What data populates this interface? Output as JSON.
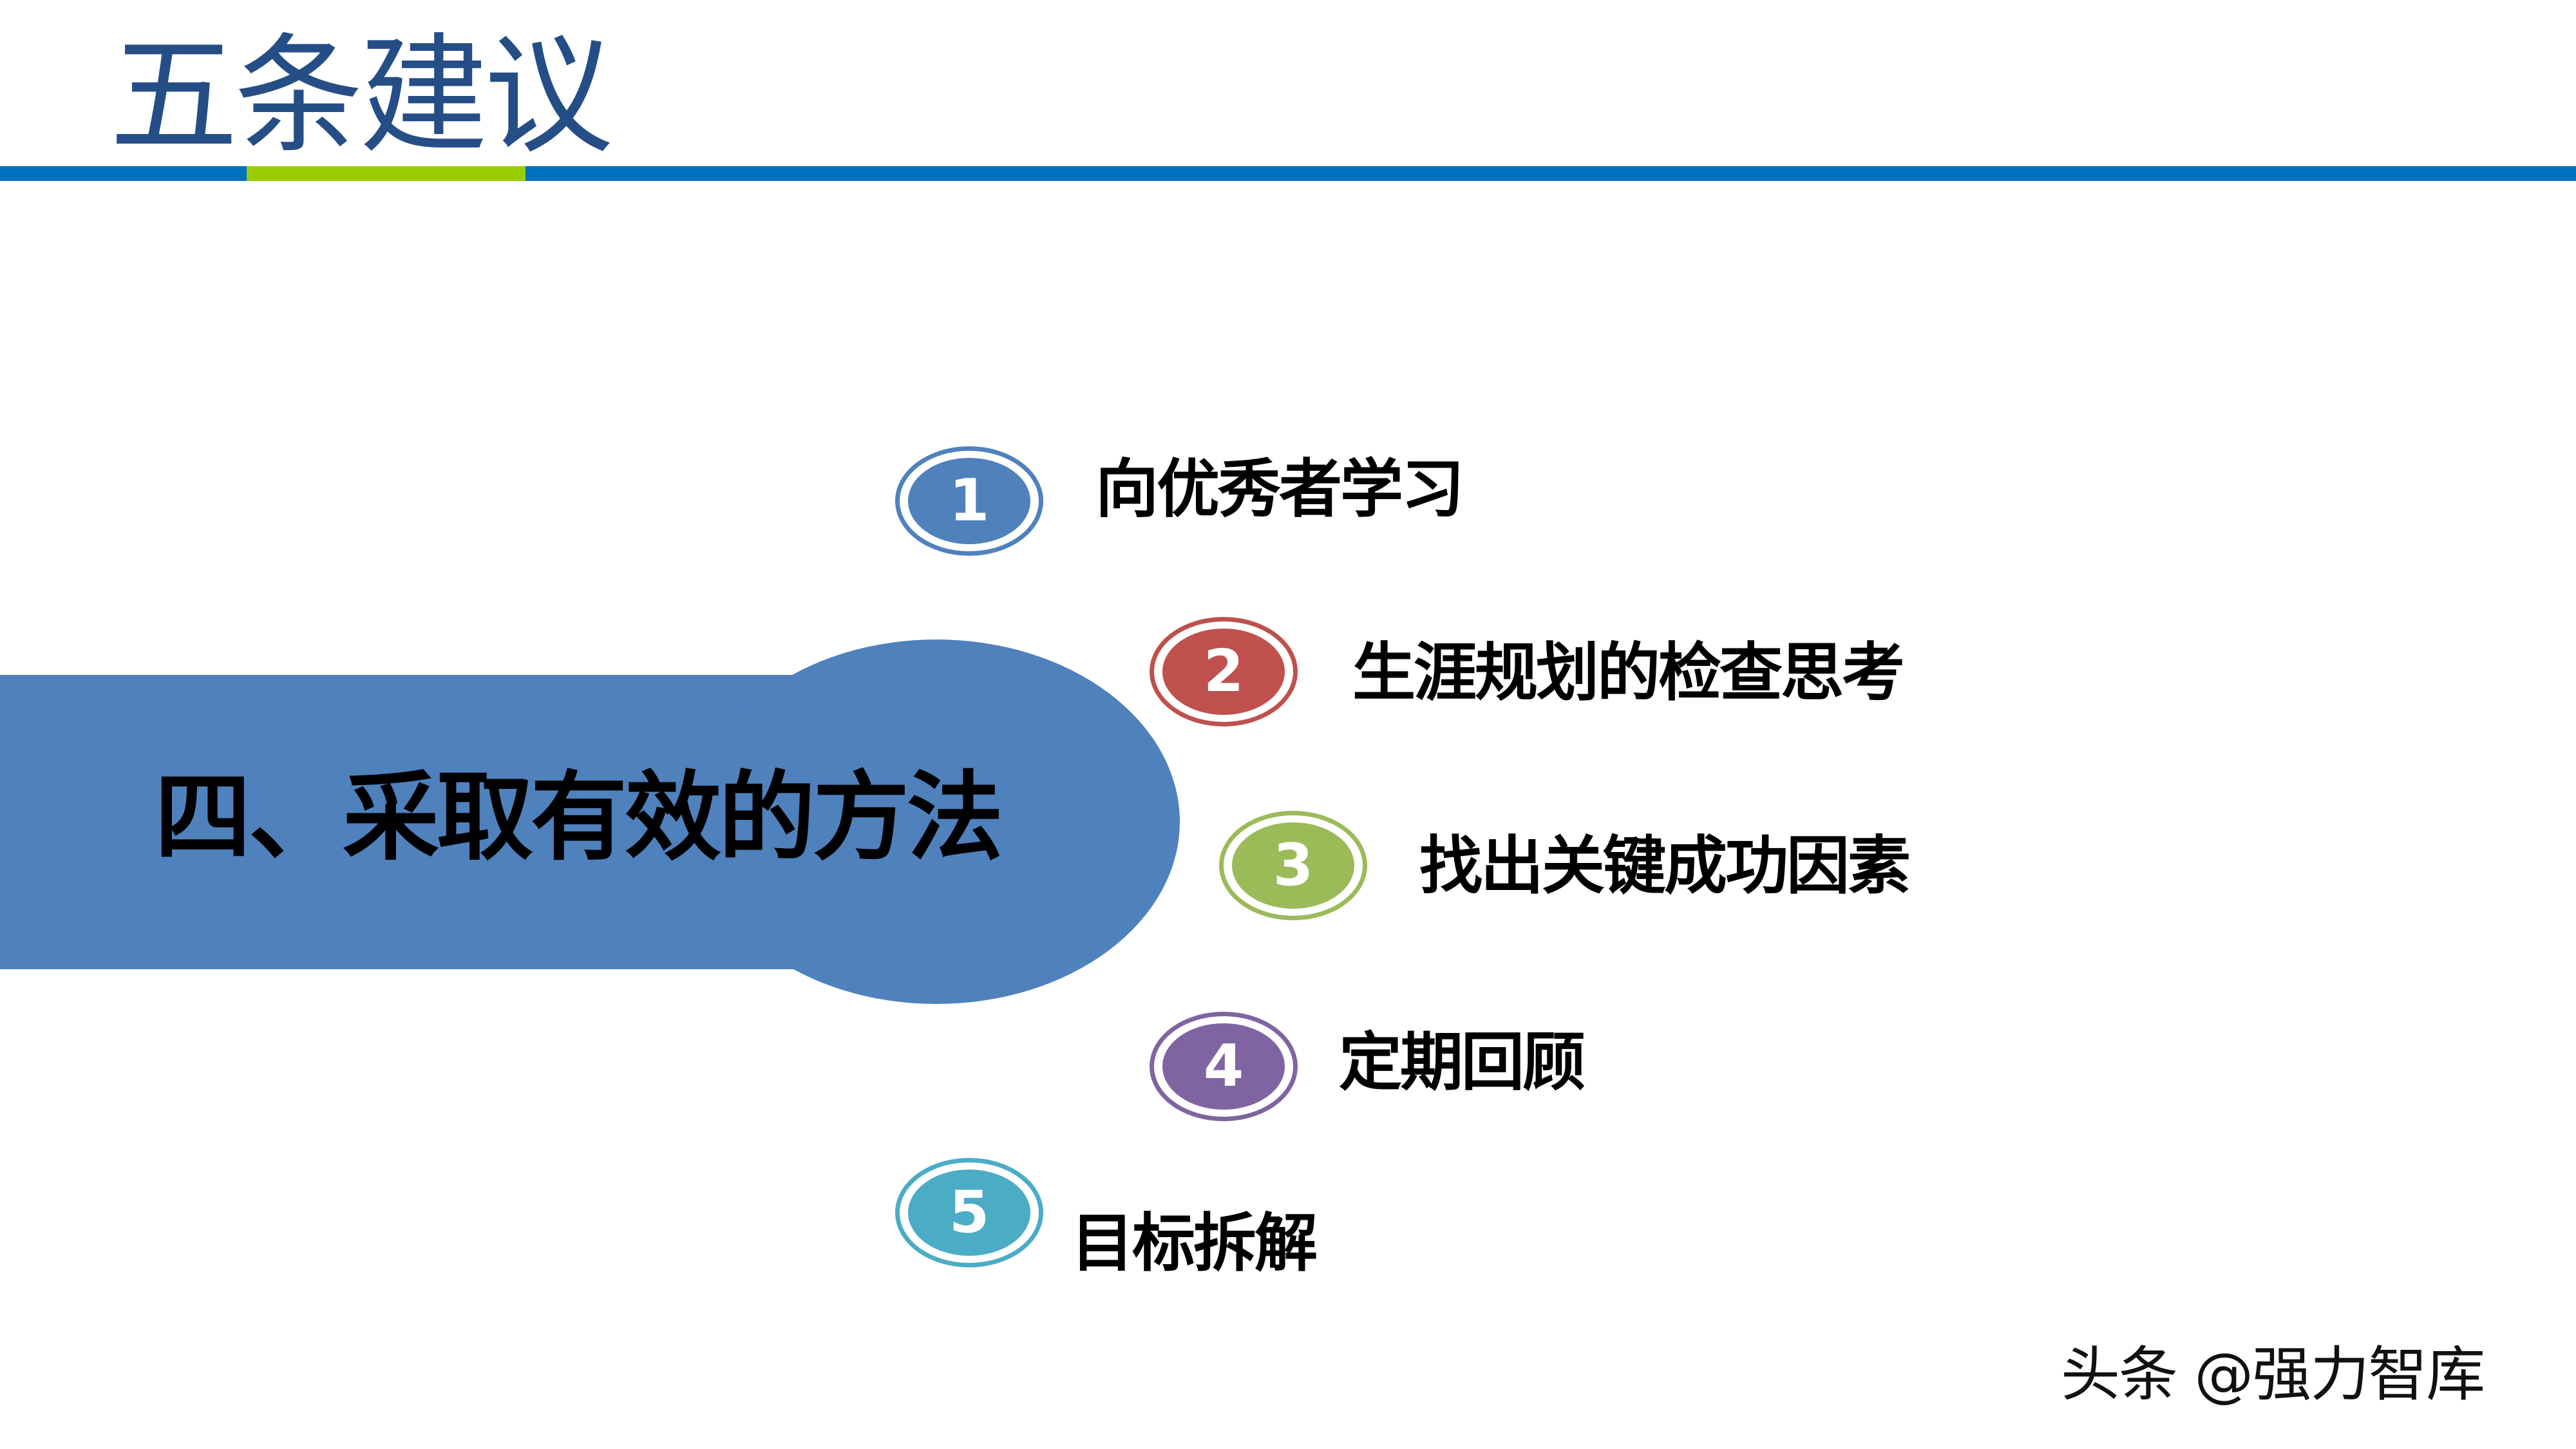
{
  "header": {
    "title": "五条建议",
    "accent_colors": {
      "title": "#254E86",
      "bar_blue": "#0070C0",
      "bar_green": "#99CC00"
    }
  },
  "banner": {
    "text": "四、采取有效的方法",
    "color": "#4F81BD"
  },
  "items": [
    {
      "number": "1",
      "label": "向优秀者学习",
      "color": "#4F81BD"
    },
    {
      "number": "2",
      "label": "生涯规划的检查思考",
      "color": "#C0504D"
    },
    {
      "number": "3",
      "label": "找出关键成功因素",
      "color": "#9BBB59"
    },
    {
      "number": "4",
      "label": "定期回顾",
      "color": "#8064A2"
    },
    {
      "number": "5",
      "label": "目标拆解",
      "color": "#4BACC6"
    }
  ],
  "watermark": {
    "text": "头条 @强力智库"
  }
}
